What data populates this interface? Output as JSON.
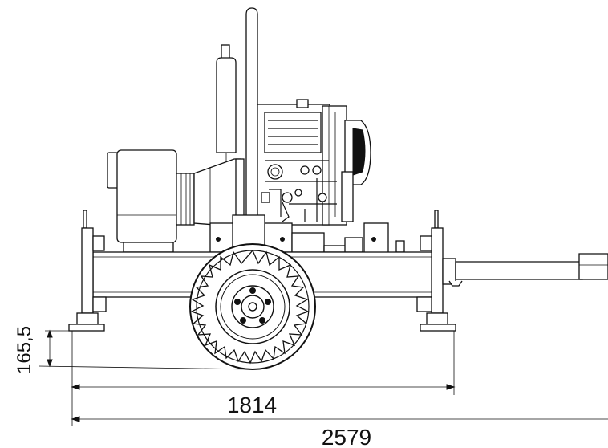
{
  "drawing": {
    "dimensions": {
      "ground_clearance": "165,5",
      "wheel_track_length": "1814",
      "overall_length": "2579"
    }
  }
}
